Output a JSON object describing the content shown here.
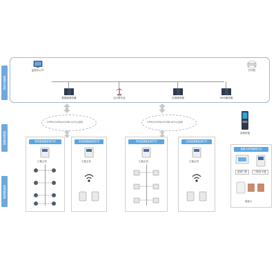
{
  "layers": {
    "management": "管理平台层",
    "network": "网络传输层",
    "sensing": "现场感知层"
  },
  "top": {
    "pc_label": "监测中心PC",
    "printer_label": "打印机",
    "servers": [
      {
        "label": "数据库服务器"
      },
      {
        "label": "云计算平台"
      },
      {
        "label": "应用服务器"
      },
      {
        "label": "WEB服务器"
      }
    ]
  },
  "network": {
    "left_cloud": "GPRS/CDMA/4G/NB-IoT/以太网",
    "right_cloud": "GPRS/CDMA/4G/NB-IoT/以太网"
  },
  "kiosk_label": "自助终端",
  "groups": [
    {
      "panels": [
        {
          "title": "有线温湿度监测方式",
          "gateway": "汇聚主机"
        },
        {
          "title": "无线温湿度监测方式",
          "gateway": "汇聚主机"
        }
      ]
    },
    {
      "panels": [
        {
          "title": "有线温湿度监测方式",
          "gateway": "汇聚主机"
        },
        {
          "title": "无线温湿度监测方式",
          "gateway": "汇聚主机"
        }
      ]
    }
  ],
  "right_panel": {
    "title": "智能卡识别管理方式",
    "items": [
      "射频门禁",
      "门禁读卡器",
      "智能卡"
    ]
  },
  "colors": {
    "label_blue": "#6fa8dc",
    "title_blue": "#5aa6e0",
    "border": "#9fb8d6"
  }
}
